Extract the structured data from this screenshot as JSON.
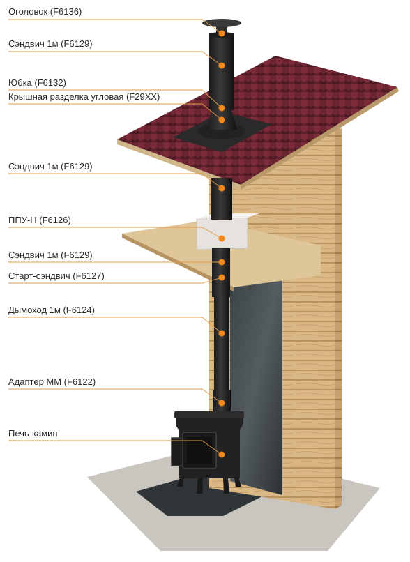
{
  "colors": {
    "accent": "#f08a1e",
    "leader_line": "#e39b4a",
    "label_text": "#2b2b2b"
  },
  "callouts": [
    {
      "id": "cap",
      "text": "Оголовок (F6136)"
    },
    {
      "id": "sandwich-1",
      "text": "Сэндвич 1м (F6129)"
    },
    {
      "id": "skirt",
      "text": "Юбка (F6132)"
    },
    {
      "id": "roof-cut",
      "text": "Крышная разделка угловая (F29XX)"
    },
    {
      "id": "sandwich-2",
      "text": "Сэндвич 1м (F6129)"
    },
    {
      "id": "ppu",
      "text": "ППУ-Н (F6126)"
    },
    {
      "id": "sandwich-3",
      "text": "Сэндвич 1м (F6129)"
    },
    {
      "id": "start",
      "text": "Старт-сэндвич (F6127)"
    },
    {
      "id": "flue",
      "text": "Дымоход 1м (F6124)"
    },
    {
      "id": "adapter",
      "text": "Адаптер ММ (F6122)"
    },
    {
      "id": "stove",
      "text": "Печь-камин"
    }
  ]
}
